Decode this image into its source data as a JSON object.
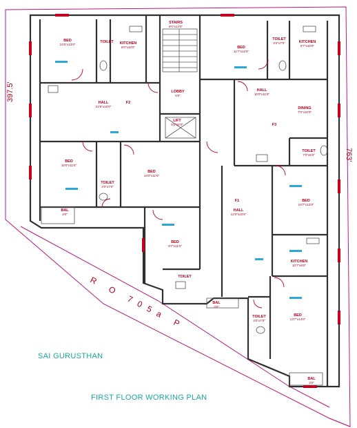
{
  "site": {
    "dim_left": "397.5'",
    "dim_right": "763'",
    "road_label": "R O 705a P"
  },
  "rooms": [
    {
      "name": "BED",
      "dim": "10'0\"x13'0\""
    },
    {
      "name": "TOILET",
      "dim": ""
    },
    {
      "name": "KITCHEN",
      "dim": "8'0\"x10'0\""
    },
    {
      "name": "STAIRS",
      "dim": "8'0\"x14'0\""
    },
    {
      "name": "BED",
      "dim": "11'7\"x12'6\""
    },
    {
      "name": "TOILET",
      "dim": "4'0\"x7'0\""
    },
    {
      "name": "KITCHEN",
      "dim": "8'7\"x10'0\""
    },
    {
      "name": "HALL",
      "dim": "21'8\"x10'0\""
    },
    {
      "name": "F2",
      "dim": ""
    },
    {
      "name": "LOBBY",
      "dim": "5'0\""
    },
    {
      "name": "HALL",
      "dim": "10'0\"x11'8\""
    },
    {
      "name": "LIFT",
      "dim": "6'0\"x6'0\""
    },
    {
      "name": "DINING",
      "dim": "7'0\"x10'0\""
    },
    {
      "name": "F3",
      "dim": ""
    },
    {
      "name": "TOILET",
      "dim": "7'0\"x5'0\""
    },
    {
      "name": "BED",
      "dim": "10'0\"x11'6\""
    },
    {
      "name": "TOILET",
      "dim": "4'0\"x7'0\""
    },
    {
      "name": "BED",
      "dim": "14'0\"x11'6\""
    },
    {
      "name": "BED",
      "dim": "10'7\"x12'0\""
    },
    {
      "name": "BAL",
      "dim": "3'0\""
    },
    {
      "name": "F1",
      "dim": ""
    },
    {
      "name": "HALL",
      "dim": "12'0\"x22'6\""
    },
    {
      "name": "BED",
      "dim": "9'7\"x11'0\""
    },
    {
      "name": "KITCHEN",
      "dim": "10'7\"x8'0\""
    },
    {
      "name": "TOILET",
      "dim": ""
    },
    {
      "name": "BAL",
      "dim": "3'0\""
    },
    {
      "name": "TOILET",
      "dim": "4'0\"x7'0\""
    },
    {
      "name": "BED",
      "dim": "13'7\"x14'0\""
    },
    {
      "name": "BAL",
      "dim": "3'0\""
    }
  ],
  "captions": {
    "project": "SAI GURUSTHAN",
    "plan": "FIRST FLOOR WORKING PLAN"
  }
}
